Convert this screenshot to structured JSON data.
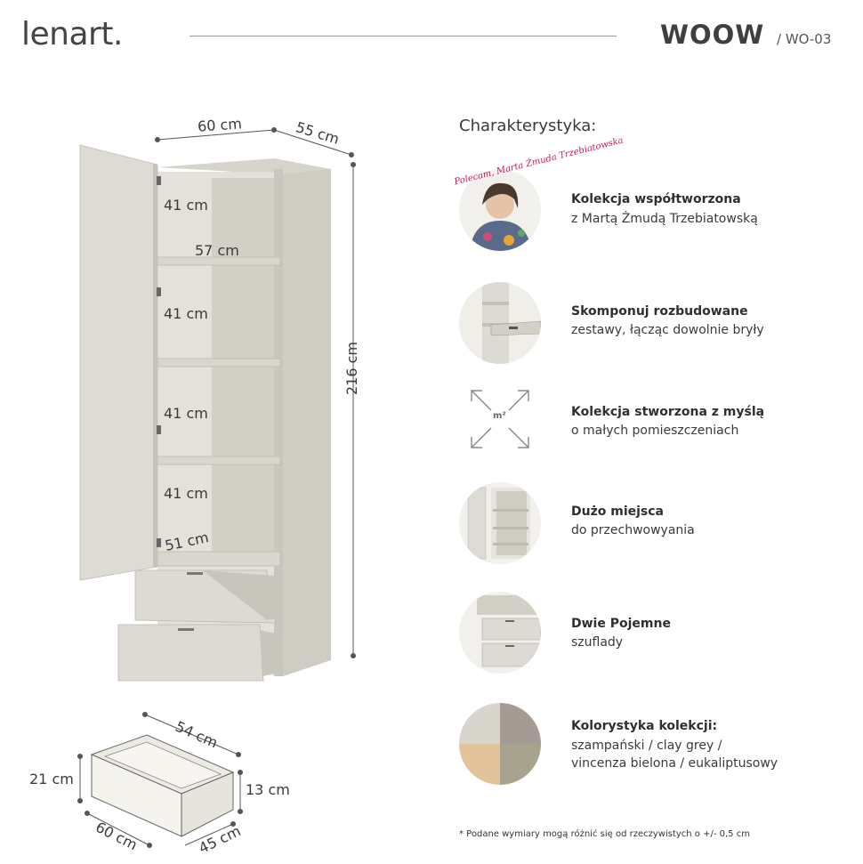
{
  "header": {
    "brand": "lenart.",
    "collection_logo": "WOOW",
    "separator": "/",
    "model": "WO-03"
  },
  "dimensions": {
    "width": "60 cm",
    "depth": "55 cm",
    "height": "216 cm",
    "shelf_1": "41 cm",
    "shelf_2": "41 cm",
    "shelf_3": "41 cm",
    "shelf_4": "41 cm",
    "inner_width": "57 cm",
    "inner_depth": "51 cm"
  },
  "drawer_dims": {
    "length": "54 cm",
    "height": "21 cm",
    "inner_height": "13 cm",
    "width": "60 cm",
    "depth": "45 cm"
  },
  "characteristics": {
    "title": "Charakterystyka:",
    "items": [
      {
        "icon": "portrait-icon",
        "title": "Kolekcja współtworzona",
        "desc": "z Martą Żmudą Trzebiatowską",
        "signature": "Polecam, Marta Żmuda Trzebiatowska"
      },
      {
        "icon": "modular-icon",
        "title": "Skomponuj rozbudowane",
        "desc": "zestawy, łącząc dowolnie bryły"
      },
      {
        "icon": "expand-arrows-icon",
        "title": "Kolekcja stworzona z myślą",
        "desc": "o małych pomieszczeniach",
        "badge": "m²"
      },
      {
        "icon": "shelves-icon",
        "title": "Dużo miejsca",
        "desc": "do przechwowyania"
      },
      {
        "icon": "drawers-icon",
        "title": "Dwie Pojemne",
        "desc": "szuflady"
      },
      {
        "icon": "color-swatch-icon",
        "title": "Kolorystyka kolekcji:",
        "desc": "szampański / clay grey /",
        "desc2": "vincenza bielona / eukaliptusowy"
      }
    ]
  },
  "colors": {
    "szampanski": "#d8d6cc",
    "clay_grey": "#a69b94",
    "vincenza": "#e2c39a",
    "eukaliptus": "#a8a38f",
    "body": "#d9d7ce"
  },
  "footnote": "* Podane wymiary mogą różnić się od rzeczywistych o +/- 0,5 cm"
}
